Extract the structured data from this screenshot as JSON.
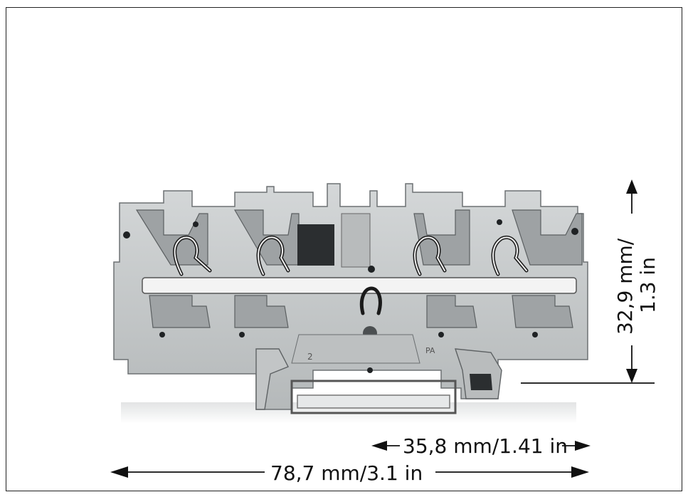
{
  "dimensions": {
    "height": {
      "line1": "32,9 mm/",
      "line2": "1.3 in"
    },
    "inner_width": "35,8 mm/1.41 in",
    "total_width": "78,7 mm/3.1 in"
  },
  "product": {
    "markings": {
      "left_mark": "2",
      "right_mark": "PA"
    }
  },
  "colors": {
    "housing": "#c9cccd",
    "outline": "#1a1a1a",
    "background": "#ffffff"
  }
}
